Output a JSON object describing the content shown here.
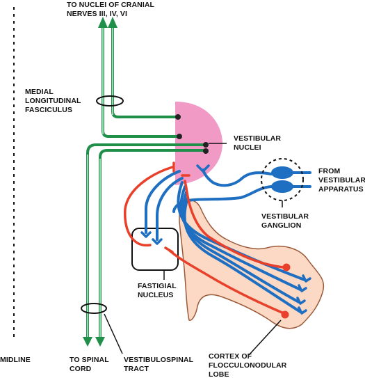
{
  "labels": {
    "top": [
      "TO NUCLEI OF CRANIAL",
      "NERVES III, IV, VI"
    ],
    "mlf": [
      "MEDIAL",
      "LONGITUDINAL",
      "FASCICULUS"
    ],
    "vestibular_nuclei": [
      "VESTIBULAR",
      "NUCLEI"
    ],
    "from_apparatus": [
      "FROM",
      "VESTIBULAR",
      "APPARATUS"
    ],
    "ganglion": [
      "VESTIBULAR",
      "GANGLION"
    ],
    "fastigial": [
      "FASTIGIAL",
      "NUCLEUS"
    ],
    "midline": "MIDLINE",
    "spinal_cord": [
      "TO SPINAL",
      "CORD"
    ],
    "vestibulospinal": [
      "VESTIBULOSPINAL",
      "TRACT"
    ],
    "cortex": [
      "CORTEX OF",
      "FLOCCULONODULAR",
      "LOBE"
    ]
  },
  "colors": {
    "green_tract": "#1f8f4a",
    "blue_fiber": "#1e6fc1",
    "red_fiber": "#e8402a",
    "nuclei_fill": "#f29ac6",
    "cortex_fill": "#fbd9c4",
    "cortex_outline": "#9a5a3a"
  }
}
